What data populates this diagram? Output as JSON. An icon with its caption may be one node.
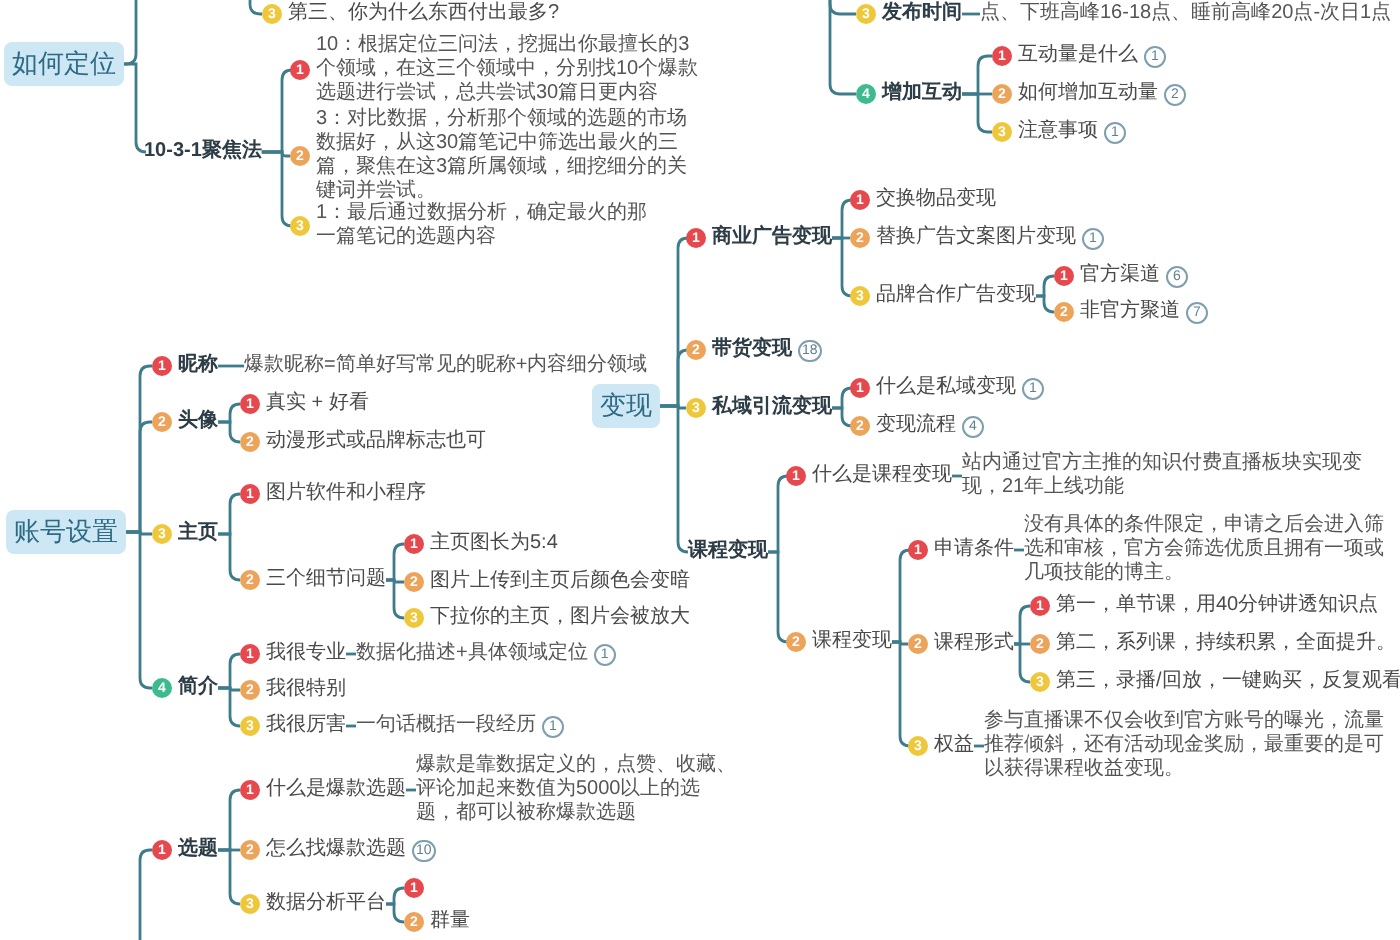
{
  "diagram": {
    "nodes": [
      {
        "text": [
          "3",
          "第三、你为什么东西付出最多?"
        ]
      },
      {
        "text": [
          "如何定位"
        ]
      },
      {
        "text": [
          "10-3-1聚焦法"
        ]
      },
      {
        "text": [
          "1",
          "10：根据定位三问法，挖掘出你最擅长的3个领域，在这三个领域中，分别找10个爆款选题进行尝试，总共尝试30篇日更内容"
        ]
      },
      {
        "text": [
          "2",
          "3：对比数据，分析那个领域的选题的市场数据好，从这30篇笔记中筛选出最火的三篇，聚焦在这3篇所属领域，细挖细分的关键词并尝试。"
        ]
      },
      {
        "text": [
          "3",
          "1：最后通过数据分析，确定最火的那一篇笔记的选题内容"
        ]
      },
      {
        "text": [
          "3",
          "发布时间"
        ]
      },
      {
        "text": [
          "点、下班高峰16-18点、睡前高峰20点-次日1点"
        ]
      },
      {
        "text": [
          "4",
          "增加互动"
        ]
      },
      {
        "text": [
          "1",
          "互动量是什么",
          "1"
        ]
      },
      {
        "text": [
          "2",
          "如何增加互动量",
          "2"
        ]
      },
      {
        "text": [
          "3",
          "注意事项",
          "1"
        ]
      },
      {
        "text": [
          "变现"
        ]
      },
      {
        "text": [
          "1",
          "商业广告变现"
        ]
      },
      {
        "text": [
          "1",
          "交换物品变现"
        ]
      },
      {
        "text": [
          "2",
          "替换广告文案图片变现",
          "1"
        ]
      },
      {
        "text": [
          "3",
          "品牌合作广告变现"
        ]
      },
      {
        "text": [
          "1",
          "官方渠道",
          "6"
        ]
      },
      {
        "text": [
          "2",
          "非官方聚道",
          "7"
        ]
      },
      {
        "text": [
          "2",
          "带货变现",
          "18"
        ]
      },
      {
        "text": [
          "3",
          "私域引流变现"
        ]
      },
      {
        "text": [
          "1",
          "什么是私域变现",
          "1"
        ]
      },
      {
        "text": [
          "2",
          "变现流程",
          "4"
        ]
      },
      {
        "text": [
          "课程变现"
        ]
      },
      {
        "text": [
          "1",
          "什么是课程变现"
        ]
      },
      {
        "text": [
          "站内通过官方主推的知识付费直播板块实现变现，21年上线功能"
        ]
      },
      {
        "text": [
          "2",
          "课程变现"
        ]
      },
      {
        "text": [
          "1",
          "申请条件"
        ]
      },
      {
        "text": [
          "没有具体的条件限定，申请之后会进入筛选和审核，官方会筛选优质且拥有一项或几项技能的博主。"
        ]
      },
      {
        "text": [
          "2",
          "课程形式"
        ]
      },
      {
        "text": [
          "1",
          "第一，单节课，用40分钟讲透知识点"
        ]
      },
      {
        "text": [
          "2",
          "第二，系列课，持续积累，全面提升。"
        ]
      },
      {
        "text": [
          "3",
          "第三，录播/回放，一键购买，反复观看"
        ]
      },
      {
        "text": [
          "3",
          "权益"
        ]
      },
      {
        "text": [
          "参与直播课不仅会收到官方账号的曝光，流量推荐倾斜，还有活动现金奖励，最重要的是可以获得课程收益变现。"
        ]
      },
      {
        "text": [
          "账号设置"
        ]
      },
      {
        "text": [
          "1",
          "昵称"
        ]
      },
      {
        "text": [
          "爆款昵称=简单好写常见的昵称+内容细分领域"
        ]
      },
      {
        "text": [
          "2",
          "头像"
        ]
      },
      {
        "text": [
          "1",
          "真实 + 好看"
        ]
      },
      {
        "text": [
          "2",
          "动漫形式或品牌标志也可"
        ]
      },
      {
        "text": [
          "3",
          "主页"
        ]
      },
      {
        "text": [
          "1",
          "图片软件和小程序"
        ]
      },
      {
        "text": [
          "2",
          "三个细节问题"
        ]
      },
      {
        "text": [
          "1",
          "主页图长为5:4"
        ]
      },
      {
        "text": [
          "2",
          "图片上传到主页后颜色会变暗"
        ]
      },
      {
        "text": [
          "3",
          "下拉你的主页，图片会被放大"
        ]
      },
      {
        "text": [
          "4",
          "简介"
        ]
      },
      {
        "text": [
          "1",
          "我很专业"
        ]
      },
      {
        "text": [
          "数据化描述+具体领域定位",
          "1"
        ]
      },
      {
        "text": [
          "2",
          "我很特别"
        ]
      },
      {
        "text": [
          "3",
          "我很厉害"
        ]
      },
      {
        "text": [
          "一句话概括一段经历",
          "1"
        ]
      },
      {
        "text": [
          "1",
          "选题"
        ]
      },
      {
        "text": [
          "1",
          "什么是爆款选题"
        ]
      },
      {
        "text": [
          "爆款是靠数据定义的，点赞、收藏、评论加起来数值为5000以上的选题，都可以被称爆款选题"
        ]
      },
      {
        "text": [
          "2",
          "怎么找爆款选题",
          "10"
        ]
      },
      {
        "text": [
          "3",
          "数据分析平台"
        ]
      },
      {
        "text": [
          "1"
        ]
      },
      {
        "text": [
          "2",
          "群量"
        ]
      }
    ],
    "edges": [
      {
        "from": null,
        "to": 0,
        "arrow": "none"
      },
      {
        "from": 1,
        "to": null,
        "arrow": "none"
      },
      {
        "from": 1,
        "to": 2,
        "arrow": "none"
      },
      {
        "from": 2,
        "to": 3,
        "arrow": "none"
      },
      {
        "from": 2,
        "to": 4,
        "arrow": "none"
      },
      {
        "from": 2,
        "to": 5,
        "arrow": "none"
      },
      {
        "from": null,
        "to": 6,
        "arrow": "none"
      },
      {
        "from": 6,
        "to": 7,
        "arrow": "none"
      },
      {
        "from": null,
        "to": 8,
        "arrow": "none"
      },
      {
        "from": 8,
        "to": 9,
        "arrow": "none"
      },
      {
        "from": 8,
        "to": 10,
        "arrow": "none"
      },
      {
        "from": 8,
        "to": 11,
        "arrow": "none"
      },
      {
        "from": 12,
        "to": 13,
        "arrow": "none"
      },
      {
        "from": 13,
        "to": 14,
        "arrow": "none"
      },
      {
        "from": 13,
        "to": 15,
        "arrow": "none"
      },
      {
        "from": 13,
        "to": 16,
        "arrow": "none"
      },
      {
        "from": 16,
        "to": 17,
        "arrow": "none"
      },
      {
        "from": 16,
        "to": 18,
        "arrow": "none"
      },
      {
        "from": 12,
        "to": 19,
        "arrow": "none"
      },
      {
        "from": 12,
        "to": 20,
        "arrow": "none"
      },
      {
        "from": 20,
        "to": 21,
        "arrow": "none"
      },
      {
        "from": 20,
        "to": 22,
        "arrow": "none"
      },
      {
        "from": 12,
        "to": 23,
        "arrow": "none"
      },
      {
        "from": 23,
        "to": 24,
        "arrow": "none"
      },
      {
        "from": 24,
        "to": 25,
        "arrow": "none"
      },
      {
        "from": 23,
        "to": 26,
        "arrow": "none"
      },
      {
        "from": 26,
        "to": 27,
        "arrow": "none"
      },
      {
        "from": 27,
        "to": 28,
        "arrow": "none"
      },
      {
        "from": 26,
        "to": 29,
        "arrow": "none"
      },
      {
        "from": 29,
        "to": 30,
        "arrow": "none"
      },
      {
        "from": 29,
        "to": 31,
        "arrow": "none"
      },
      {
        "from": 29,
        "to": 32,
        "arrow": "none"
      },
      {
        "from": 26,
        "to": 33,
        "arrow": "none"
      },
      {
        "from": 33,
        "to": 34,
        "arrow": "none"
      },
      {
        "from": 35,
        "to": 36,
        "arrow": "none"
      },
      {
        "from": 36,
        "to": 37,
        "arrow": "none"
      },
      {
        "from": 35,
        "to": 38,
        "arrow": "none"
      },
      {
        "from": 38,
        "to": 39,
        "arrow": "none"
      },
      {
        "from": 38,
        "to": 40,
        "arrow": "none"
      },
      {
        "from": 35,
        "to": 41,
        "arrow": "none"
      },
      {
        "from": 41,
        "to": 42,
        "arrow": "none"
      },
      {
        "from": 41,
        "to": 43,
        "arrow": "none"
      },
      {
        "from": 43,
        "to": 44,
        "arrow": "none"
      },
      {
        "from": 43,
        "to": 45,
        "arrow": "none"
      },
      {
        "from": 43,
        "to": 46,
        "arrow": "none"
      },
      {
        "from": 35,
        "to": 47,
        "arrow": "none"
      },
      {
        "from": 47,
        "to": 48,
        "arrow": "none"
      },
      {
        "from": 48,
        "to": 49,
        "arrow": "none"
      },
      {
        "from": 47,
        "to": 50,
        "arrow": "none"
      },
      {
        "from": 47,
        "to": 51,
        "arrow": "none"
      },
      {
        "from": 51,
        "to": 52,
        "arrow": "none"
      },
      {
        "from": null,
        "to": 53,
        "arrow": "none"
      },
      {
        "from": 53,
        "to": 54,
        "arrow": "none"
      },
      {
        "from": 54,
        "to": 55,
        "arrow": "none"
      },
      {
        "from": 53,
        "to": 56,
        "arrow": "none"
      },
      {
        "from": 53,
        "to": 57,
        "arrow": "none"
      },
      {
        "from": 57,
        "to": 58,
        "arrow": "none"
      },
      {
        "from": 57,
        "to": 59,
        "arrow": "none"
      }
    ]
  }
}
